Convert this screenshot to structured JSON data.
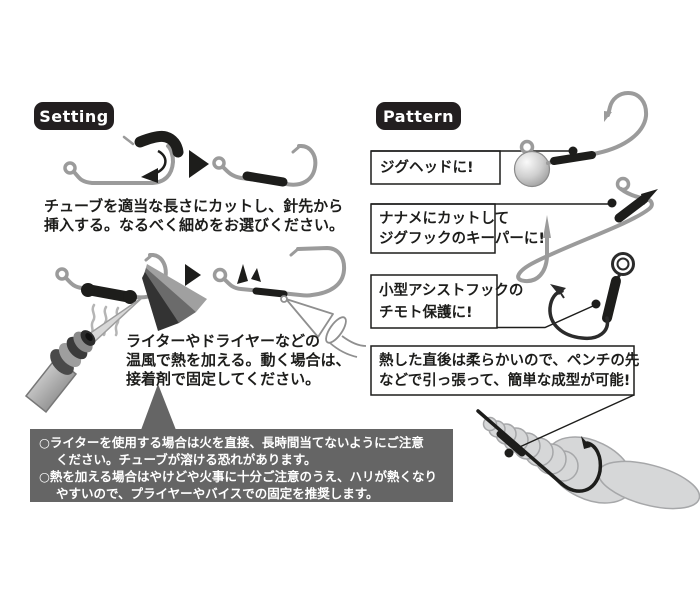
{
  "colors": {
    "ink_black": "#1d1d1b",
    "hook_gray": "#9b9b9b",
    "warning_bg": "#656565",
    "badge_bg": "#231f20",
    "worm_fill": "#d6d7d8",
    "worm_stroke": "#a6a7a9"
  },
  "setting": {
    "badge_label": "Setting",
    "step1_line1": "チューブを適当な長さにカットし、針先から",
    "step1_line2": "挿入する。なるべく細めをお選びください。",
    "step2_line1": "ライターやドライヤーなどの",
    "step2_line2": "温風で熱を加える。動く場合は、",
    "step2_line3": "接着剤で固定してください。"
  },
  "pattern": {
    "badge_label": "Pattern",
    "captions": [
      {
        "line1": "ジグヘッドに!"
      },
      {
        "line1": "ナナメにカットして",
        "line2": "ジグフックのキーパーに!"
      },
      {
        "line1": "小型アシストフックの",
        "line2": "チモト保護に!"
      },
      {
        "line1": "熱した直後は柔らかいので、ペンチの先",
        "line2": "などで引っ張って、簡単な成型が可能!"
      }
    ]
  },
  "warning": {
    "line1": "○ライターを使用する場合は火を直接、長時間当てないようにご注意",
    "line2": "ください。チューブが溶ける恐れがあります。",
    "line3": "○熱を加える場合はやけどや火事に十分ご注意のうえ、ハリが熱くなり",
    "line4": "やすいので、プライヤーやバイスでの固定を推奨します。"
  }
}
